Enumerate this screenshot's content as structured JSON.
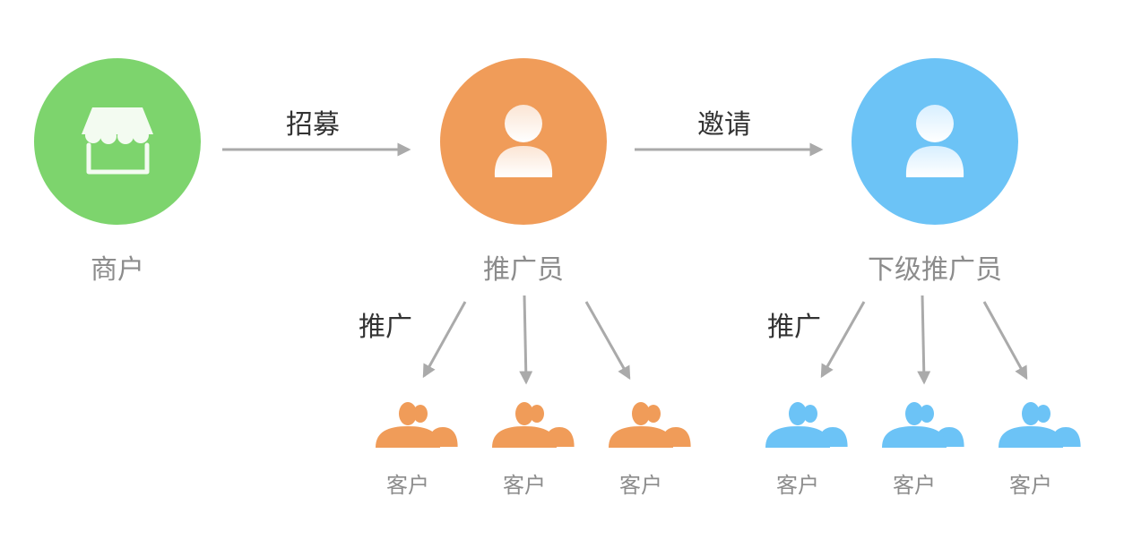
{
  "nodes": {
    "merchant": {
      "label": "商户",
      "color": "#7dd46d",
      "icon": "storefront-icon"
    },
    "promoter": {
      "label": "推广员",
      "color": "#f09c59",
      "icon": "user-icon"
    },
    "sub_promoter": {
      "label": "下级推广员",
      "color": "#6cc3f6",
      "icon": "user-icon"
    }
  },
  "edges": {
    "recruit": {
      "label": "招募"
    },
    "invite": {
      "label": "邀请"
    },
    "promote_left": {
      "label": "推广"
    },
    "promote_right": {
      "label": "推广"
    }
  },
  "customers": {
    "label": "客户",
    "icon": "customer-group-icon",
    "left_color": "#f09c59",
    "right_color": "#6cc3f6",
    "left": [
      "客户",
      "客户",
      "客户"
    ],
    "right": [
      "客户",
      "客户",
      "客户"
    ]
  },
  "arrow_color": "#aaaaaa"
}
